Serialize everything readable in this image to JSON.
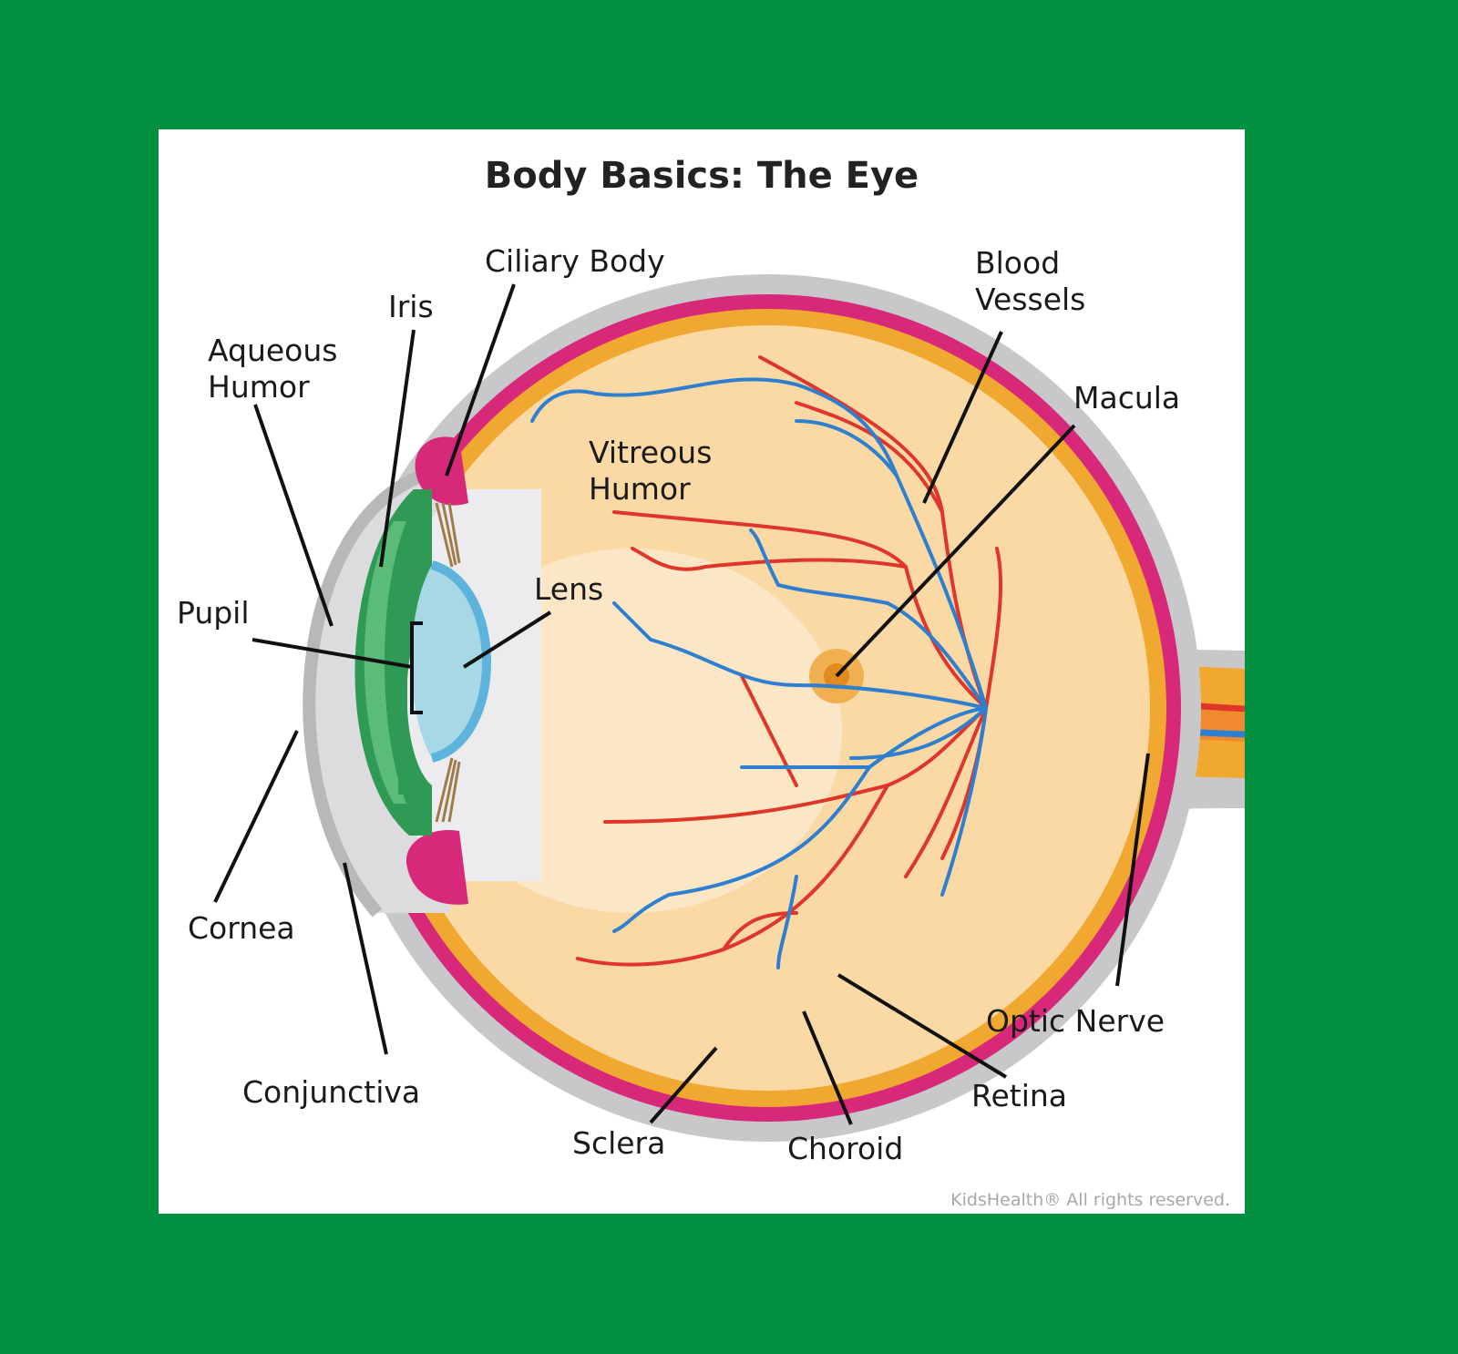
{
  "colors": {
    "frame": "#009040",
    "panel": "#ffffff",
    "sclera": "#c8c8ca",
    "choroid": "#d8287a",
    "retina": "#f0a830",
    "vitreous": "#fad9a4",
    "iris": "#3aa25a",
    "lens": "#a8d8e6",
    "artery": "#e0362a",
    "vein": "#2f7fd0",
    "leader": "#111111"
  },
  "title": "Body Basics: The Eye",
  "labels": {
    "ciliary_body": "Ciliary Body",
    "iris": "Iris",
    "aqueous_humor_1": "Aqueous",
    "aqueous_humor_2": "Humor",
    "blood_vessels_1": "Blood",
    "blood_vessels_2": "Vessels",
    "macula": "Macula",
    "vitreous_humor_1": "Vitreous",
    "vitreous_humor_2": "Humor",
    "lens": "Lens",
    "pupil": "Pupil",
    "cornea": "Cornea",
    "conjunctiva": "Conjunctiva",
    "sclera": "Sclera",
    "choroid": "Choroid",
    "retina": "Retina",
    "optic_nerve": "Optic Nerve"
  },
  "credit": "KidsHealth® All rights reserved."
}
